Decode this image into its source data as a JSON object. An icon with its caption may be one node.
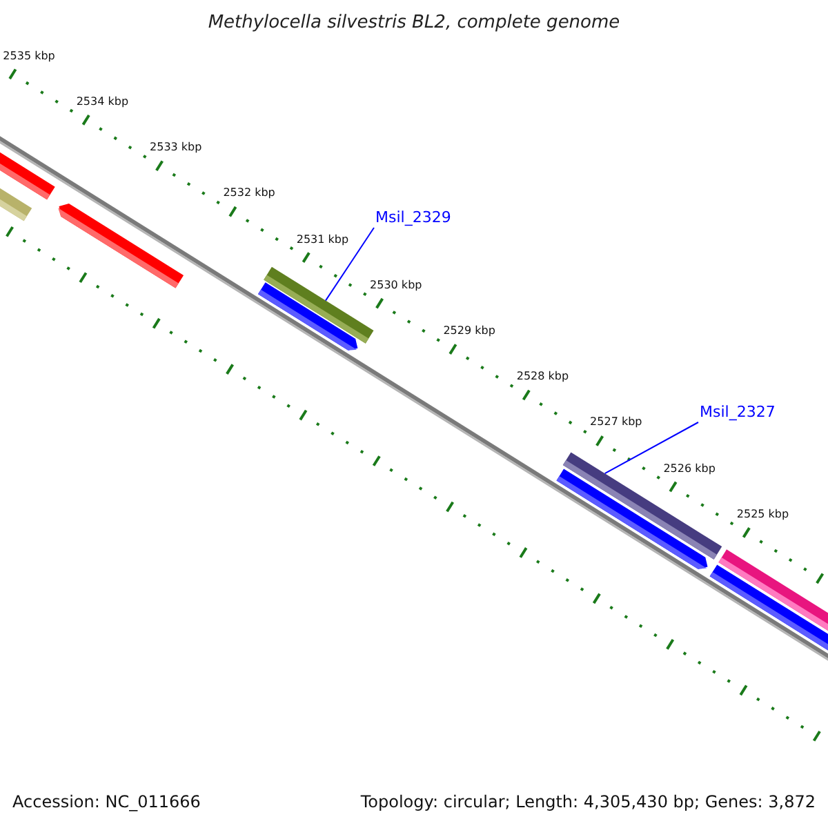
{
  "diagram": {
    "title": "Methylocella silvestris BL2, complete genome",
    "nodes": [
      {
        "text": [
          "Msil_2329"
        ]
      },
      {
        "text": [],
        "shape": "bar"
      },
      {
        "text": [
          "Msil_2327"
        ]
      },
      {
        "text": [],
        "shape": "bar"
      }
    ],
    "edges": [
      {
        "from": 0,
        "to": 1,
        "arrow": "none"
      },
      {
        "from": 2,
        "to": 3,
        "arrow": "none"
      }
    ],
    "labels": [
      "2535 kbp",
      "2534 kbp",
      "2533 kbp",
      "2532 kbp",
      "2531 kbp",
      "2530 kbp",
      "2529 kbp",
      "2528 kbp",
      "2527 kbp",
      "2526 kbp",
      "2525 kbp",
      "Accession: NC_011666",
      "Topology: circular; Length: 4,305,430 bp; Genes: 3,872"
    ]
  }
}
